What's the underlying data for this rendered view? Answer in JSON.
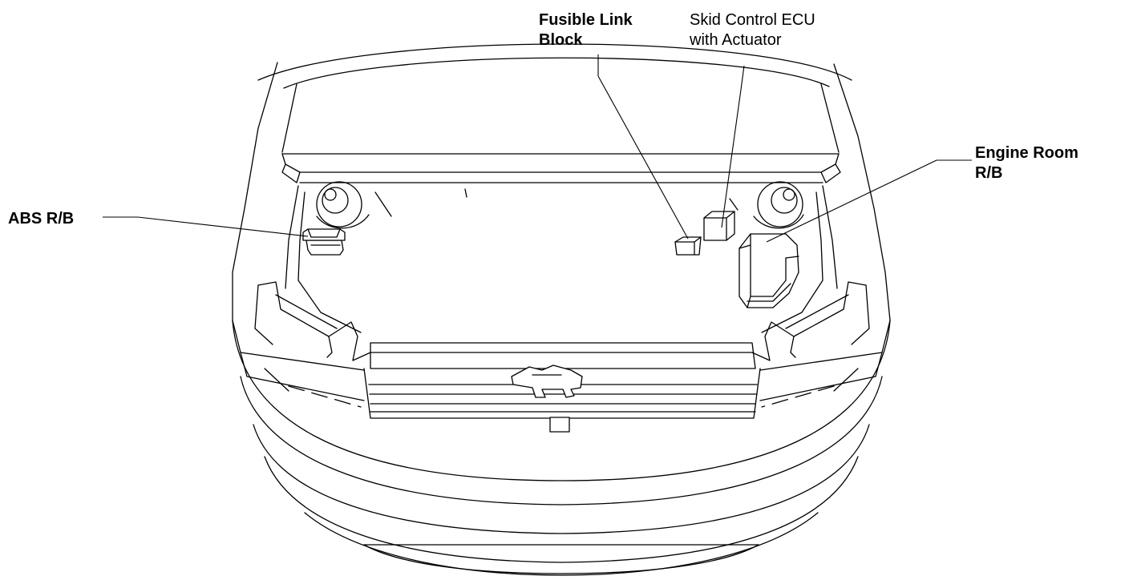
{
  "labels": {
    "fusible_link_block": {
      "line1": "Fusible Link",
      "line2": "Block"
    },
    "skid_control_ecu": {
      "line1": "Skid Control ECU",
      "line2": "with Actuator"
    },
    "engine_room_rb": {
      "line1": "Engine Room",
      "line2": "R/B"
    },
    "abs_rb": {
      "line1": "ABS R/B"
    }
  }
}
